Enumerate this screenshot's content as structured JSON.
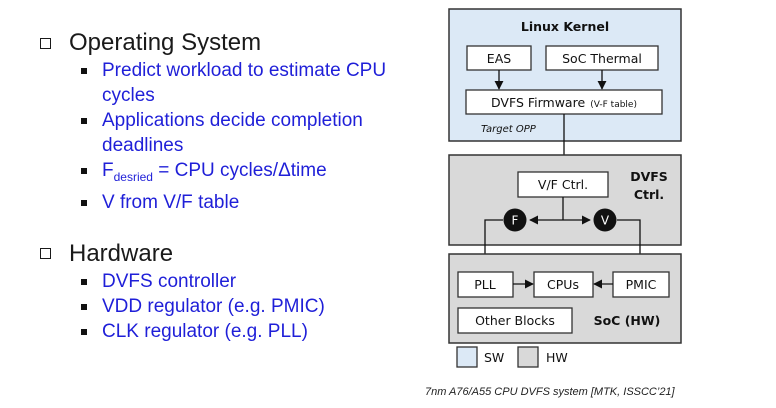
{
  "os": {
    "heading": "Operating System",
    "items": [
      {
        "text": "Predict workload to estimate CPU cycles"
      },
      {
        "text": "Applications decide completion deadlines"
      },
      {
        "pre": "F",
        "sub": "desried",
        "post": " = CPU cycles/Δtime"
      },
      {
        "text": "V from V/F table"
      }
    ]
  },
  "hw": {
    "heading": "Hardware",
    "items": [
      "DVFS controller",
      "VDD regulator  (e.g. PMIC)",
      "CLK regulator (e.g. PLL)"
    ]
  },
  "diagram": {
    "kernel_title": "Linux Kernel",
    "eas": "EAS",
    "soc_thermal": "SoC Thermal",
    "dvfs_fw": "DVFS Firmware",
    "dvfs_fw_note": "(V-F table)",
    "target_opp": "Target OPP",
    "dvfs_ctrl_title_1": "DVFS",
    "dvfs_ctrl_title_2": "Ctrl.",
    "vf_ctrl": "V/F Ctrl.",
    "f_node": "F",
    "v_node": "V",
    "pll": "PLL",
    "cpus": "CPUs",
    "pmic": "PMIC",
    "other_blocks": "Other Blocks",
    "soc_hw": "SoC (HW)",
    "legend_sw": "SW",
    "legend_hw": "HW",
    "colors": {
      "sw_fill": "#dce9f6",
      "hw_fill": "#d9d9d9",
      "outline": "#333333"
    }
  },
  "caption": "7nm A76/A55 CPU DVFS system [MTK, ISSCC’21]"
}
